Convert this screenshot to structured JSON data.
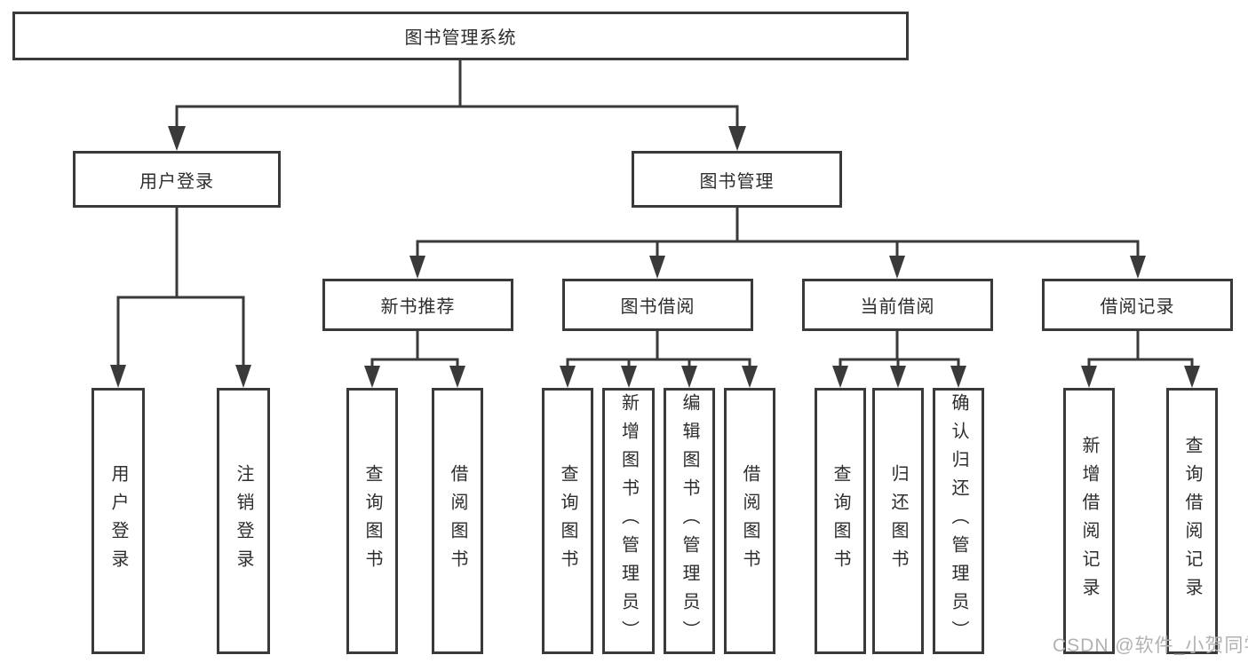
{
  "tree": {
    "label": "图书管理系统",
    "children": [
      {
        "label": "用户登录",
        "children": [
          {
            "label": "用户登录"
          },
          {
            "label": "注销登录"
          }
        ]
      },
      {
        "label": "图书管理",
        "children": [
          {
            "label": "新书推荐",
            "children": [
              {
                "label": "查询图书"
              },
              {
                "label": "借阅图书"
              }
            ]
          },
          {
            "label": "图书借阅",
            "children": [
              {
                "label": "查询图书"
              },
              {
                "label": "新增图书（管理员）"
              },
              {
                "label": "编辑图书（管理员）"
              },
              {
                "label": "借阅图书"
              }
            ]
          },
          {
            "label": "当前借阅",
            "children": [
              {
                "label": "查询图书"
              },
              {
                "label": "归还图书"
              },
              {
                "label": "确认归还（管理员）"
              }
            ]
          },
          {
            "label": "借阅记录",
            "children": [
              {
                "label": "新增借阅记录"
              },
              {
                "label": "查询借阅记录"
              }
            ]
          }
        ]
      }
    ]
  },
  "watermark": {
    "text": "CSDN @软件_小贺同学"
  },
  "colors": {
    "line": "#3a3a3a",
    "text": "#2d2d2d",
    "watermark": "#b2b2b2",
    "background": "#ffffff"
  }
}
